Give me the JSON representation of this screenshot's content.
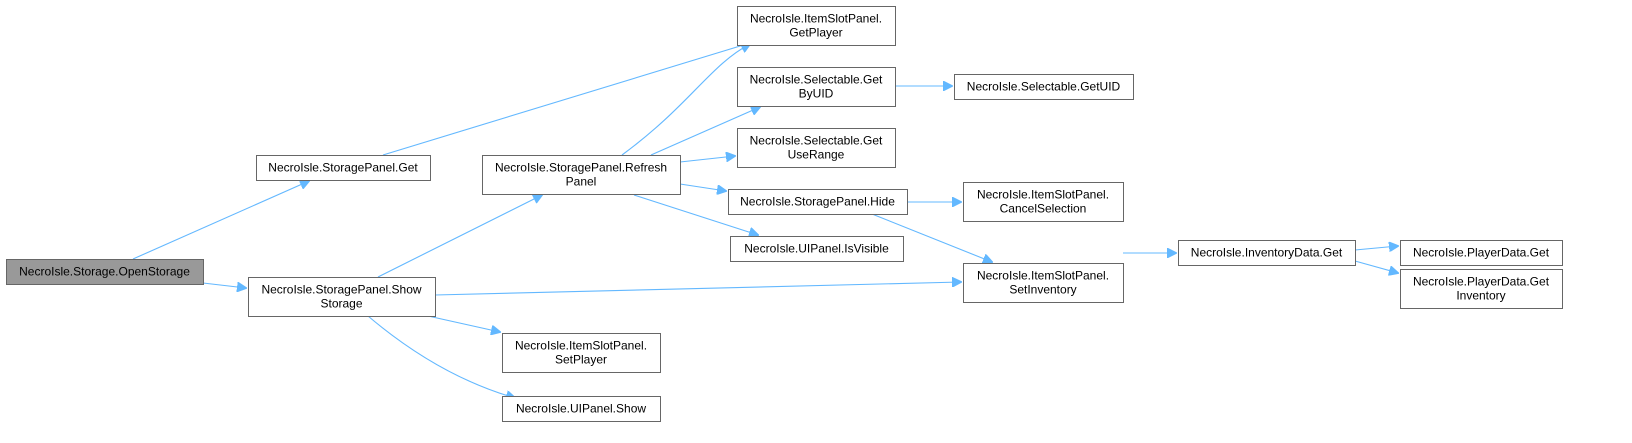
{
  "diagram": {
    "type": "call-graph",
    "colors": {
      "edge": "#63b8ff",
      "node_border": "#666666",
      "root_fill": "#999999",
      "node_fill": "#ffffff"
    },
    "nodes": [
      {
        "id": "open_storage",
        "lines": [
          "NecroIsle.Storage.OpenStorage"
        ],
        "root": true
      },
      {
        "id": "sp_get",
        "lines": [
          "NecroIsle.StoragePanel.Get"
        ]
      },
      {
        "id": "sp_show_storage",
        "lines": [
          "NecroIsle.StoragePanel.Show",
          "Storage"
        ]
      },
      {
        "id": "sp_refresh",
        "lines": [
          "NecroIsle.StoragePanel.Refresh",
          "Panel"
        ]
      },
      {
        "id": "isp_set_player",
        "lines": [
          "NecroIsle.ItemSlotPanel.",
          "SetPlayer"
        ]
      },
      {
        "id": "uip_show",
        "lines": [
          "NecroIsle.UIPanel.Show"
        ]
      },
      {
        "id": "isp_get_player",
        "lines": [
          "NecroIsle.ItemSlotPanel.",
          "GetPlayer"
        ]
      },
      {
        "id": "sel_get_byuid",
        "lines": [
          "NecroIsle.Selectable.Get",
          "ByUID"
        ]
      },
      {
        "id": "sel_get_userange",
        "lines": [
          "NecroIsle.Selectable.Get",
          "UseRange"
        ]
      },
      {
        "id": "sp_hide",
        "lines": [
          "NecroIsle.StoragePanel.Hide"
        ]
      },
      {
        "id": "uip_isvisible",
        "lines": [
          "NecroIsle.UIPanel.IsVisible"
        ]
      },
      {
        "id": "sel_getuid",
        "lines": [
          "NecroIsle.Selectable.GetUID"
        ]
      },
      {
        "id": "isp_cancel",
        "lines": [
          "NecroIsle.ItemSlotPanel.",
          "CancelSelection"
        ]
      },
      {
        "id": "isp_setinv",
        "lines": [
          "NecroIsle.ItemSlotPanel.",
          "SetInventory"
        ]
      },
      {
        "id": "inv_get",
        "lines": [
          "NecroIsle.InventoryData.Get"
        ]
      },
      {
        "id": "pd_get",
        "lines": [
          "NecroIsle.PlayerData.Get"
        ]
      },
      {
        "id": "pd_get_inv",
        "lines": [
          "NecroIsle.PlayerData.Get",
          "Inventory"
        ]
      }
    ],
    "edges": [
      {
        "from": "open_storage",
        "to": "sp_get"
      },
      {
        "from": "open_storage",
        "to": "sp_show_storage"
      },
      {
        "from": "sp_get",
        "to": "isp_get_player"
      },
      {
        "from": "sp_show_storage",
        "to": "sp_refresh"
      },
      {
        "from": "sp_show_storage",
        "to": "isp_setinv"
      },
      {
        "from": "sp_show_storage",
        "to": "isp_set_player"
      },
      {
        "from": "sp_show_storage",
        "to": "uip_show"
      },
      {
        "from": "sp_refresh",
        "to": "isp_get_player"
      },
      {
        "from": "sp_refresh",
        "to": "sel_get_byuid"
      },
      {
        "from": "sp_refresh",
        "to": "sel_get_userange"
      },
      {
        "from": "sp_refresh",
        "to": "sp_hide"
      },
      {
        "from": "sp_refresh",
        "to": "uip_isvisible"
      },
      {
        "from": "sel_get_byuid",
        "to": "sel_getuid"
      },
      {
        "from": "sp_hide",
        "to": "isp_cancel"
      },
      {
        "from": "sp_hide",
        "to": "isp_setinv"
      },
      {
        "from": "isp_setinv",
        "to": "inv_get"
      },
      {
        "from": "inv_get",
        "to": "pd_get"
      },
      {
        "from": "inv_get",
        "to": "pd_get_inv"
      }
    ]
  }
}
